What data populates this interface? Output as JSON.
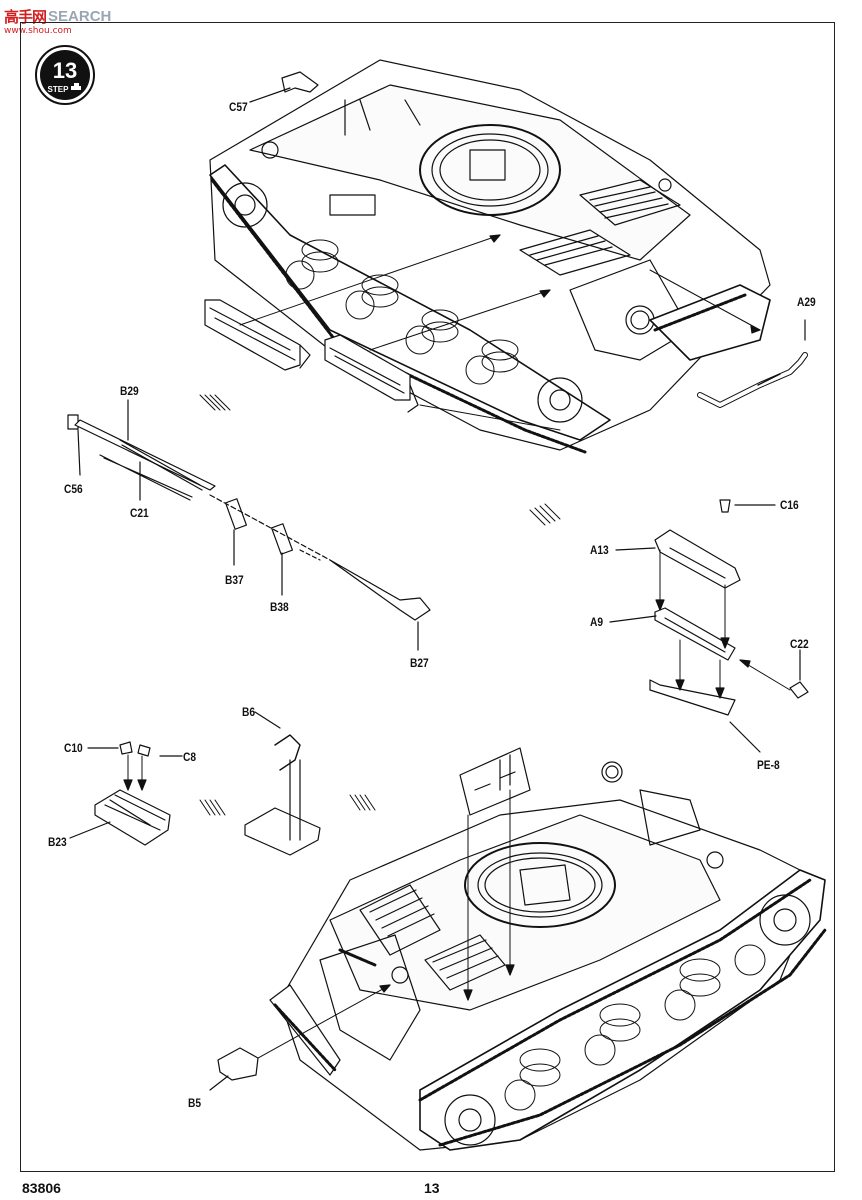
{
  "watermark": {
    "logo": "高手网",
    "text": "SEARCH",
    "url": "www.shou.com"
  },
  "step": {
    "number": "13",
    "label": "STEP"
  },
  "labels": {
    "c57": "C57",
    "a29": "A29",
    "b29": "B29",
    "c56": "C56",
    "c21": "C21",
    "b37": "B37",
    "b38": "B38",
    "b27": "B27",
    "c16": "C16",
    "a13": "A13",
    "a9": "A9",
    "c22": "C22",
    "pe8": "PE-8",
    "b6": "B6",
    "c10": "C10",
    "c8": "C8",
    "b23": "B23",
    "b5": "B5"
  },
  "footer": {
    "code": "83806",
    "page": "13"
  }
}
